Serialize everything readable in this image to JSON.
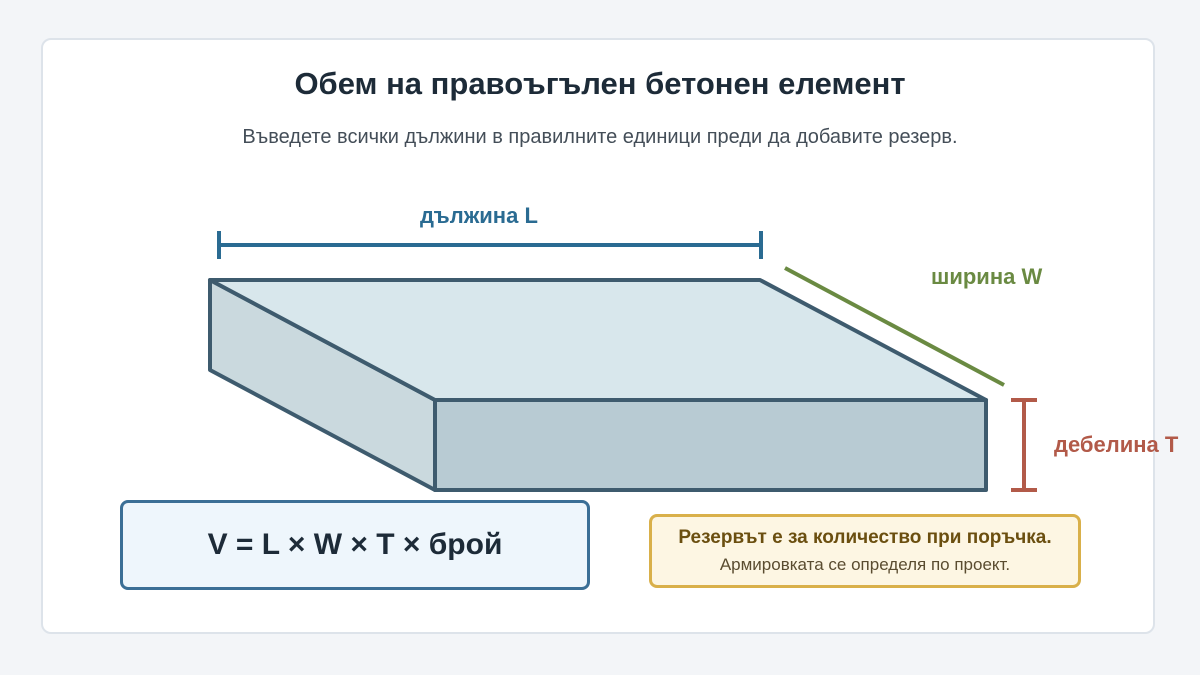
{
  "title": "Обем на правоъгълен бетонен елемент",
  "subtitle": "Въведете всички дължини в правилните единици преди да добавите резерв.",
  "labels": {
    "length": "дължина L",
    "width": "ширина W",
    "thickness": "дебелина T"
  },
  "formula": "V = L × W × T × брой",
  "note": {
    "strong": "Резервът е за количество при поръчка.",
    "text": "Армировката се определя по проект."
  },
  "colors": {
    "top_face": "#d8e7ec",
    "front_face": "#b8cbd3",
    "side_face": "#cad9de",
    "outline": "#3e5b6e",
    "length_dimension": "#2a6b92",
    "width_dimension": "#6a8a42",
    "thickness_dimension": "#b25a49"
  }
}
